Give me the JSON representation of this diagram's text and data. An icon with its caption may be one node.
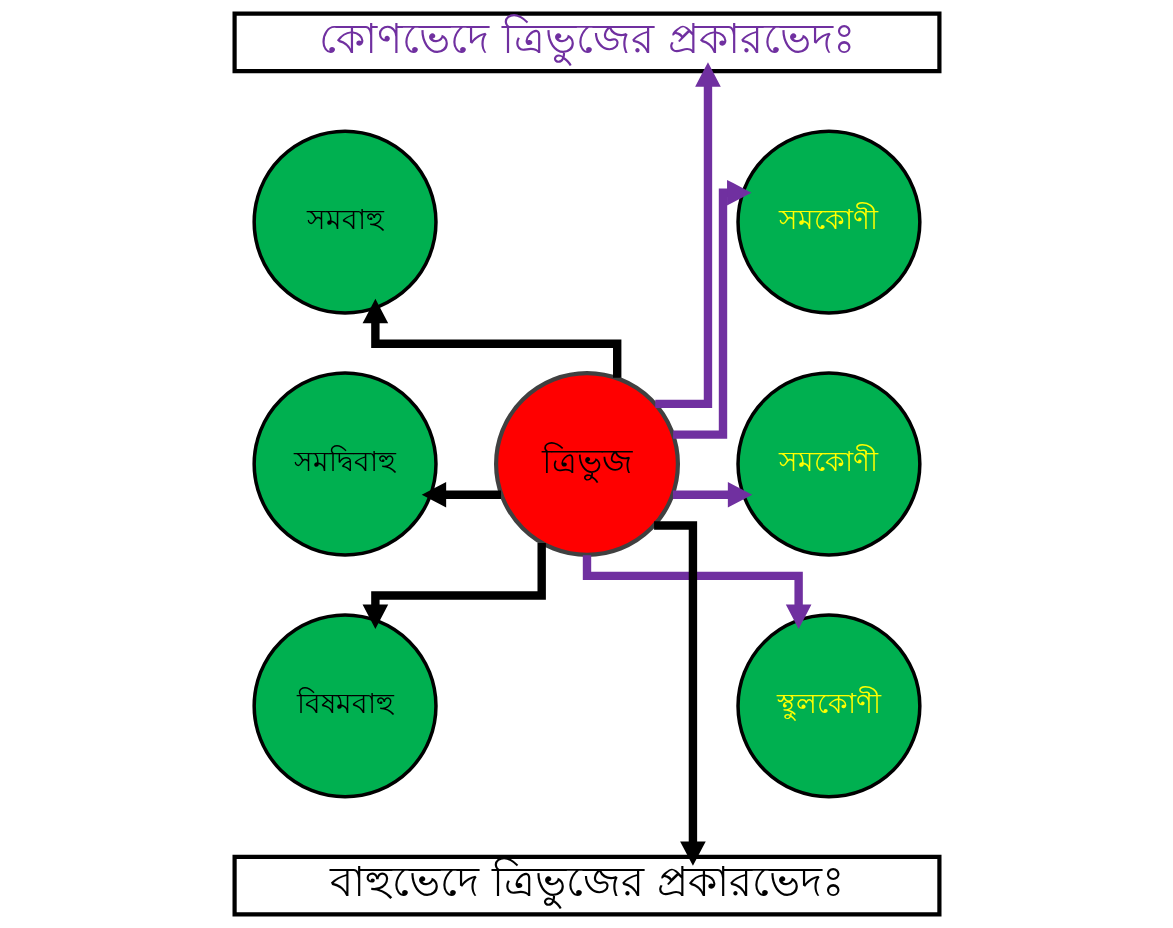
{
  "diagram": {
    "nodes": [
      {
        "text": [
          "কোণভেদে ত্রিভুজের প্রকারভেদঃ"
        ]
      },
      {
        "text": [
          "সমবাহু"
        ]
      },
      {
        "text": [
          "সমকোণী"
        ]
      },
      {
        "text": [
          "সমদ্বিবাহু"
        ]
      },
      {
        "text": [
          "ত্রিভুজ"
        ]
      },
      {
        "text": [
          "সমকোণী"
        ]
      },
      {
        "text": [
          "বিষমবাহু"
        ]
      },
      {
        "text": [
          "স্থুলকোণী"
        ]
      },
      {
        "text": [
          "বাহুভেদে ত্রিভুজের প্রকারভেদঃ"
        ]
      }
    ],
    "edges": [
      {
        "from": 4,
        "to": 0,
        "arrow": "to",
        "color": "#7030a0"
      },
      {
        "from": 4,
        "to": 1,
        "arrow": "to",
        "color": "#000000"
      },
      {
        "from": 4,
        "to": 3,
        "arrow": "to",
        "color": "#000000"
      },
      {
        "from": 4,
        "to": 6,
        "arrow": "to",
        "color": "#000000"
      },
      {
        "from": 4,
        "to": 8,
        "arrow": "to",
        "color": "#000000"
      },
      {
        "from": 4,
        "to": 2,
        "arrow": "to",
        "color": "#7030a0"
      },
      {
        "from": 4,
        "to": 5,
        "arrow": "to",
        "color": "#7030a0"
      },
      {
        "from": 4,
        "to": 7,
        "arrow": "to",
        "color": "#7030a0"
      }
    ]
  }
}
